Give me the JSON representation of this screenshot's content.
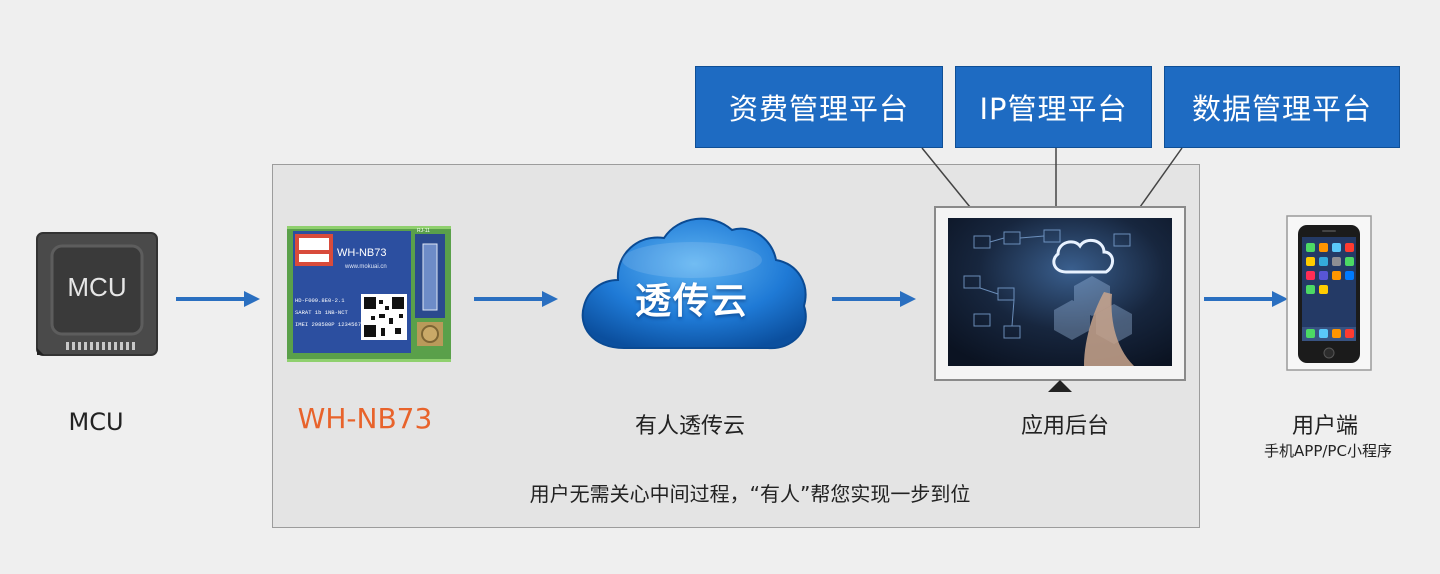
{
  "platforms": {
    "billing": "资费管理平台",
    "ip": "IP管理平台",
    "data": "数据管理平台"
  },
  "nodes": {
    "mcu": {
      "chip_text": "MCU",
      "label": "MCU"
    },
    "module": {
      "label": "WH-NB73",
      "board_model": "WH-NB73",
      "board_url": "www.mokuai.cn",
      "board_lines": [
        "HD-F009.8E0-2.1",
        "SARAT 1b 1NB-NCT",
        "IMEI 298580P 1234567"
      ],
      "board_corner": "RJ-11"
    },
    "cloud": {
      "text": "透传云",
      "label": "有人透传云"
    },
    "backend": {
      "label": "应用后台"
    },
    "user": {
      "label": "用户端",
      "sublabel": "手机APP/PC小程序"
    }
  },
  "caption": "用户无需关心中间过程，“有人”帮您实现一步到位",
  "colors": {
    "accent_blue": "#1e6bc2",
    "arrow_blue": "#2a6fc0",
    "module_label": "#e8632b",
    "background": "#efefef",
    "container": "#e4e4e4"
  }
}
